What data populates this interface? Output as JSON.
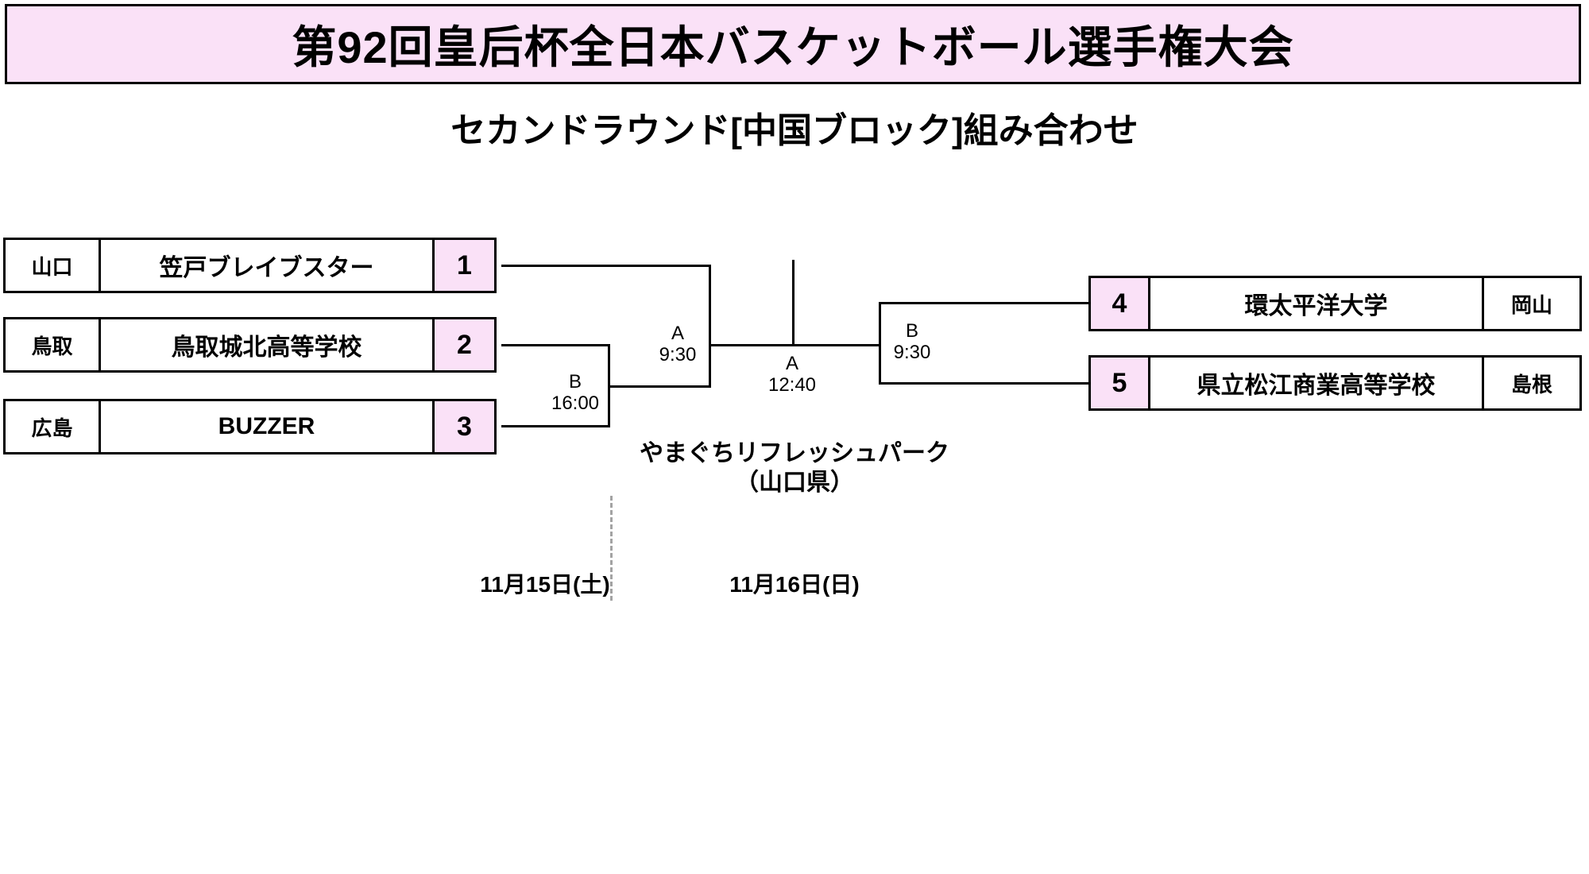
{
  "header": {
    "title": "第92回皇后杯全日本バスケットボール選手権大会"
  },
  "subtitle": "セカンドラウンド[中国ブロック]組み合わせ",
  "colors": {
    "header_pink": "#fae1f7",
    "seed_cell_pink": "#fae1f7",
    "line_black": "#000000",
    "dashed_gray": "#a3a3a3"
  },
  "bracket": {
    "left_teams": [
      {
        "prefecture": "山口",
        "team": "笠戸ブレイブスター",
        "seed": "1"
      },
      {
        "prefecture": "鳥取",
        "team": "鳥取城北高等学校",
        "seed": "2"
      },
      {
        "prefecture": "広島",
        "team": "BUZZER",
        "seed": "3"
      }
    ],
    "right_teams": [
      {
        "seed": "4",
        "team": "環太平洋大学",
        "prefecture": "岡山"
      },
      {
        "seed": "5",
        "team": "県立松江商業高等学校",
        "prefecture": "島根"
      }
    ],
    "matches": {
      "left_semi": {
        "code": "A",
        "time": "9:30"
      },
      "left_first": {
        "code": "B",
        "time": "16:00"
      },
      "final": {
        "code": "A",
        "time": "12:40"
      },
      "right_first": {
        "code": "B",
        "time": "9:30"
      }
    }
  },
  "venue": {
    "name": "やまぐちリフレッシュパーク",
    "region": "（山口県）"
  },
  "dates": {
    "day1": "11月15日(土)",
    "day2": "11月16日(日)"
  }
}
